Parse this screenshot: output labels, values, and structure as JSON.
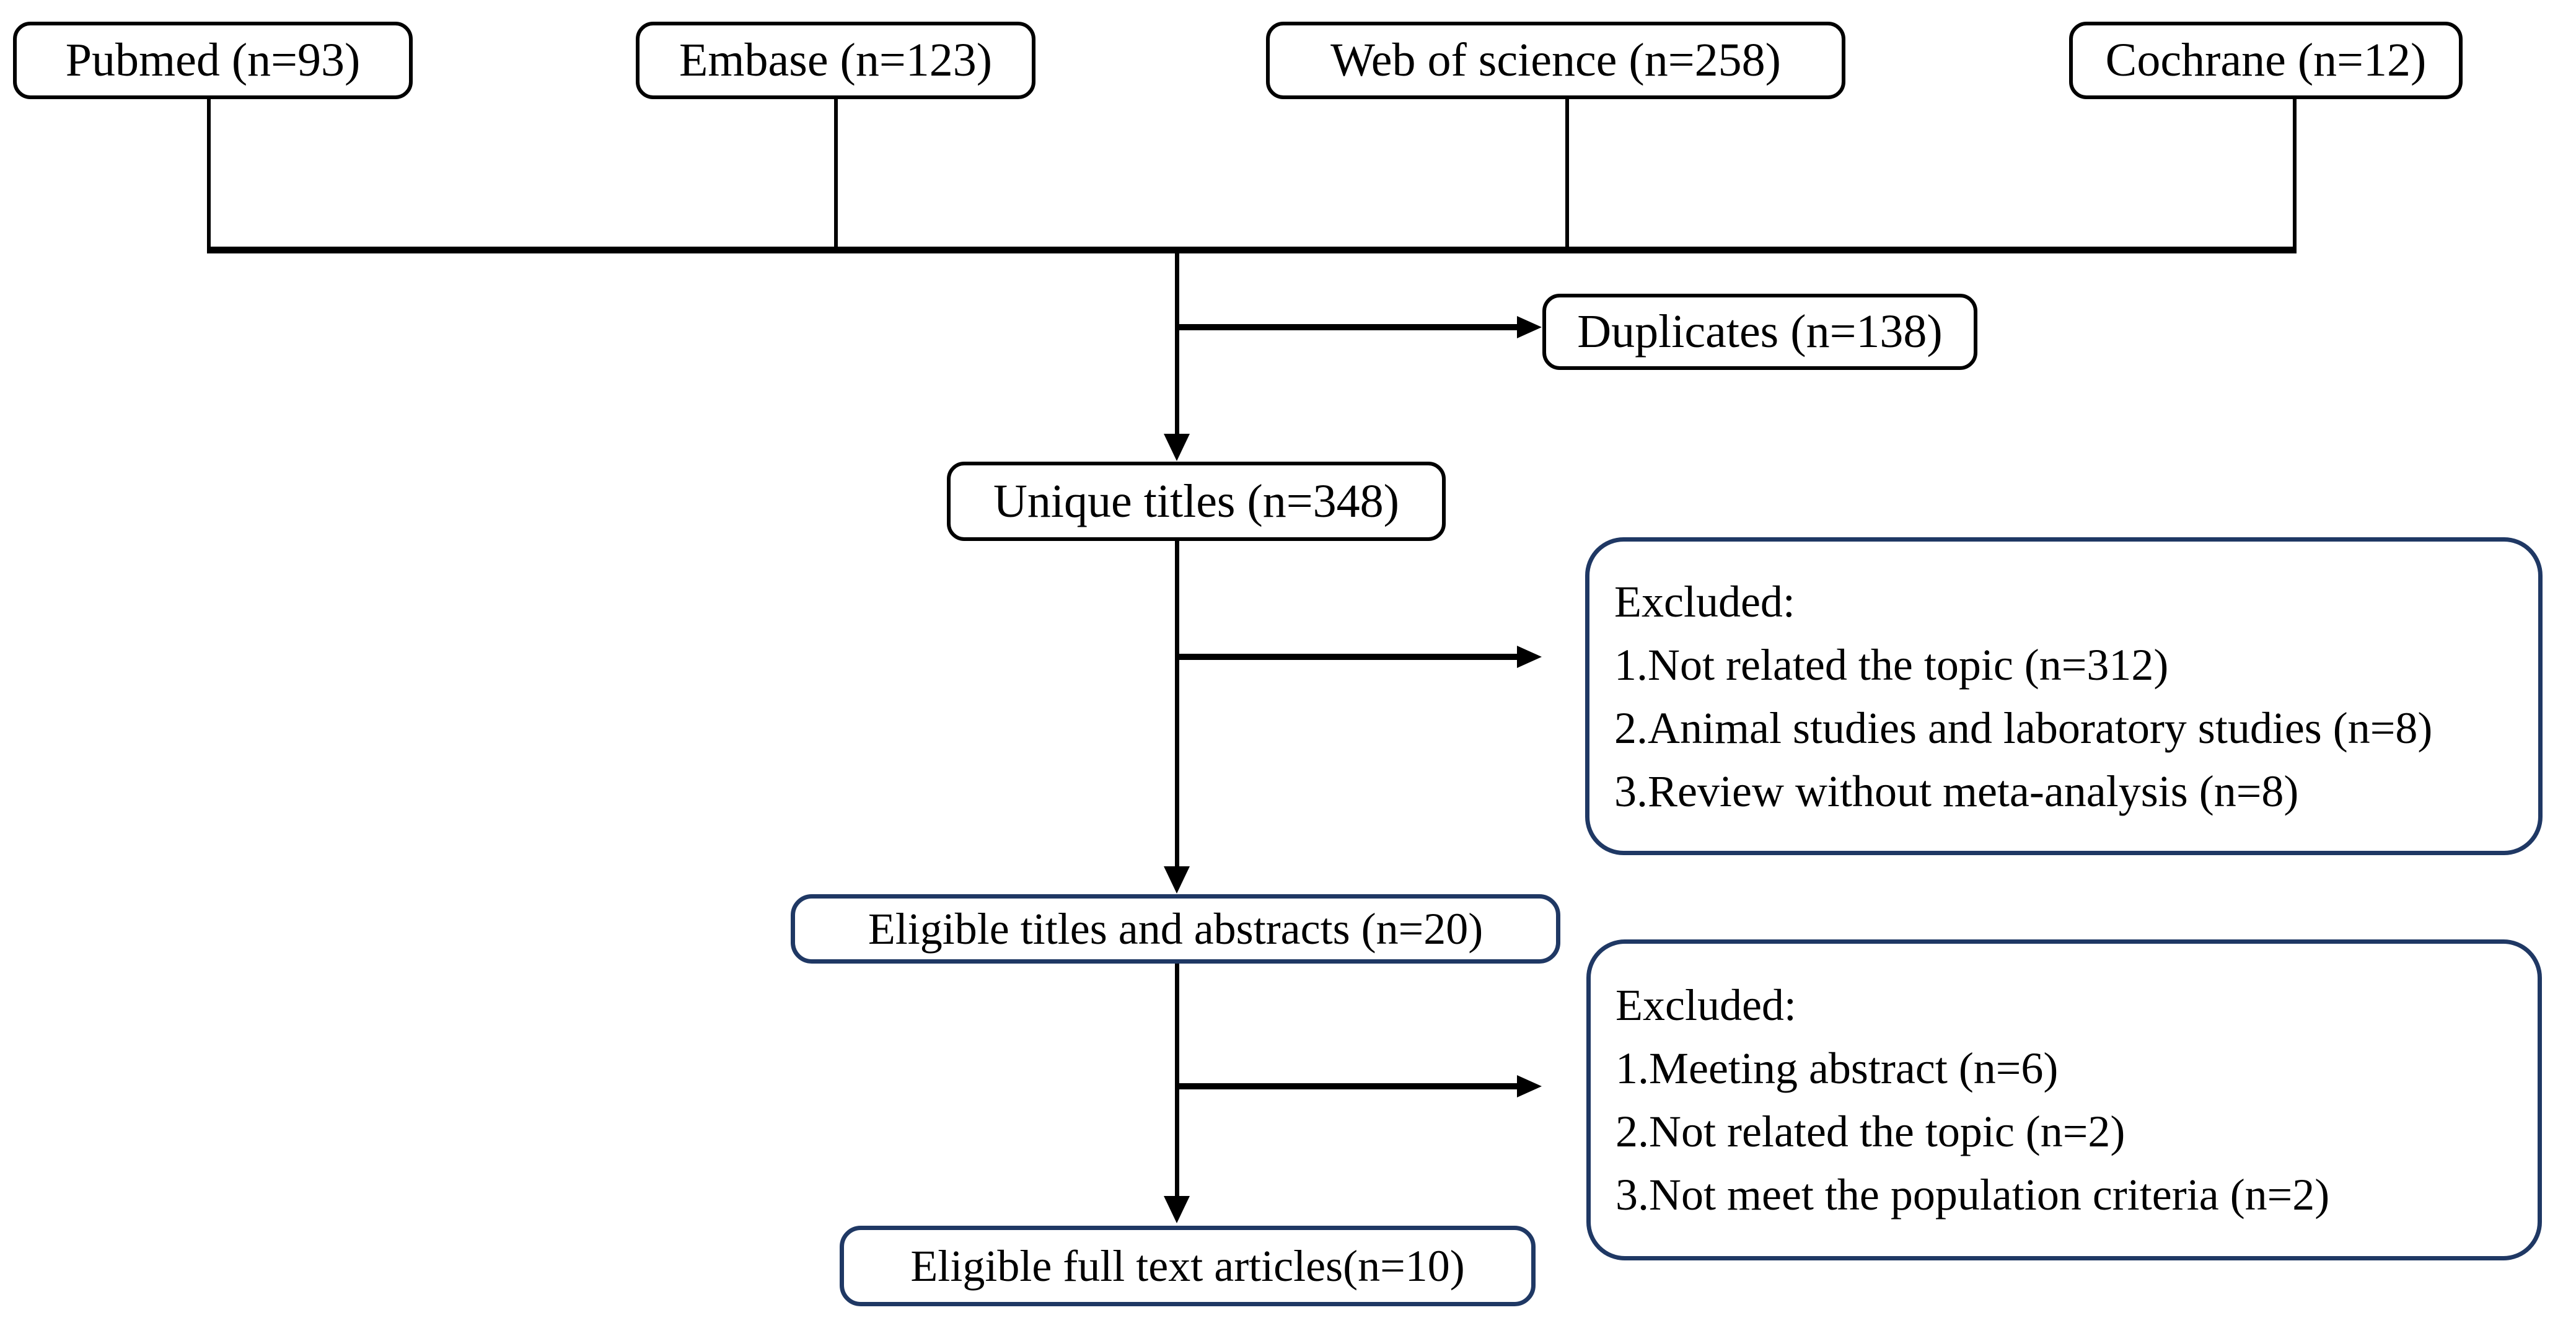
{
  "colors": {
    "background": "#ffffff",
    "line": "#000000",
    "black_box_border": "#000000",
    "navy_box_border": "#1f3864",
    "text": "#000000"
  },
  "sources": [
    {
      "label": "Pubmed (n=93)"
    },
    {
      "label": "Embase (n=123)"
    },
    {
      "label": "Web of science (n=258)"
    },
    {
      "label": "Cochrane (n=12)"
    }
  ],
  "duplicates": {
    "label": "Duplicates (n=138)"
  },
  "unique_titles": {
    "label": "Unique titles (n=348)"
  },
  "excluded_1": {
    "heading": "Excluded:",
    "items": [
      "1.Not related the topic (n=312)",
      "2.Animal studies and laboratory studies (n=8)",
      "3.Review without meta-analysis (n=8)"
    ]
  },
  "eligible_titles": {
    "label": "Eligible titles and abstracts (n=20)"
  },
  "excluded_2": {
    "heading": "Excluded:",
    "items": [
      "1.Meeting abstract (n=6)",
      "2.Not related the topic (n=2)",
      "3.Not meet the population criteria (n=2)"
    ]
  },
  "eligible_full_text": {
    "label": "Eligible full text articles(n=10)"
  }
}
